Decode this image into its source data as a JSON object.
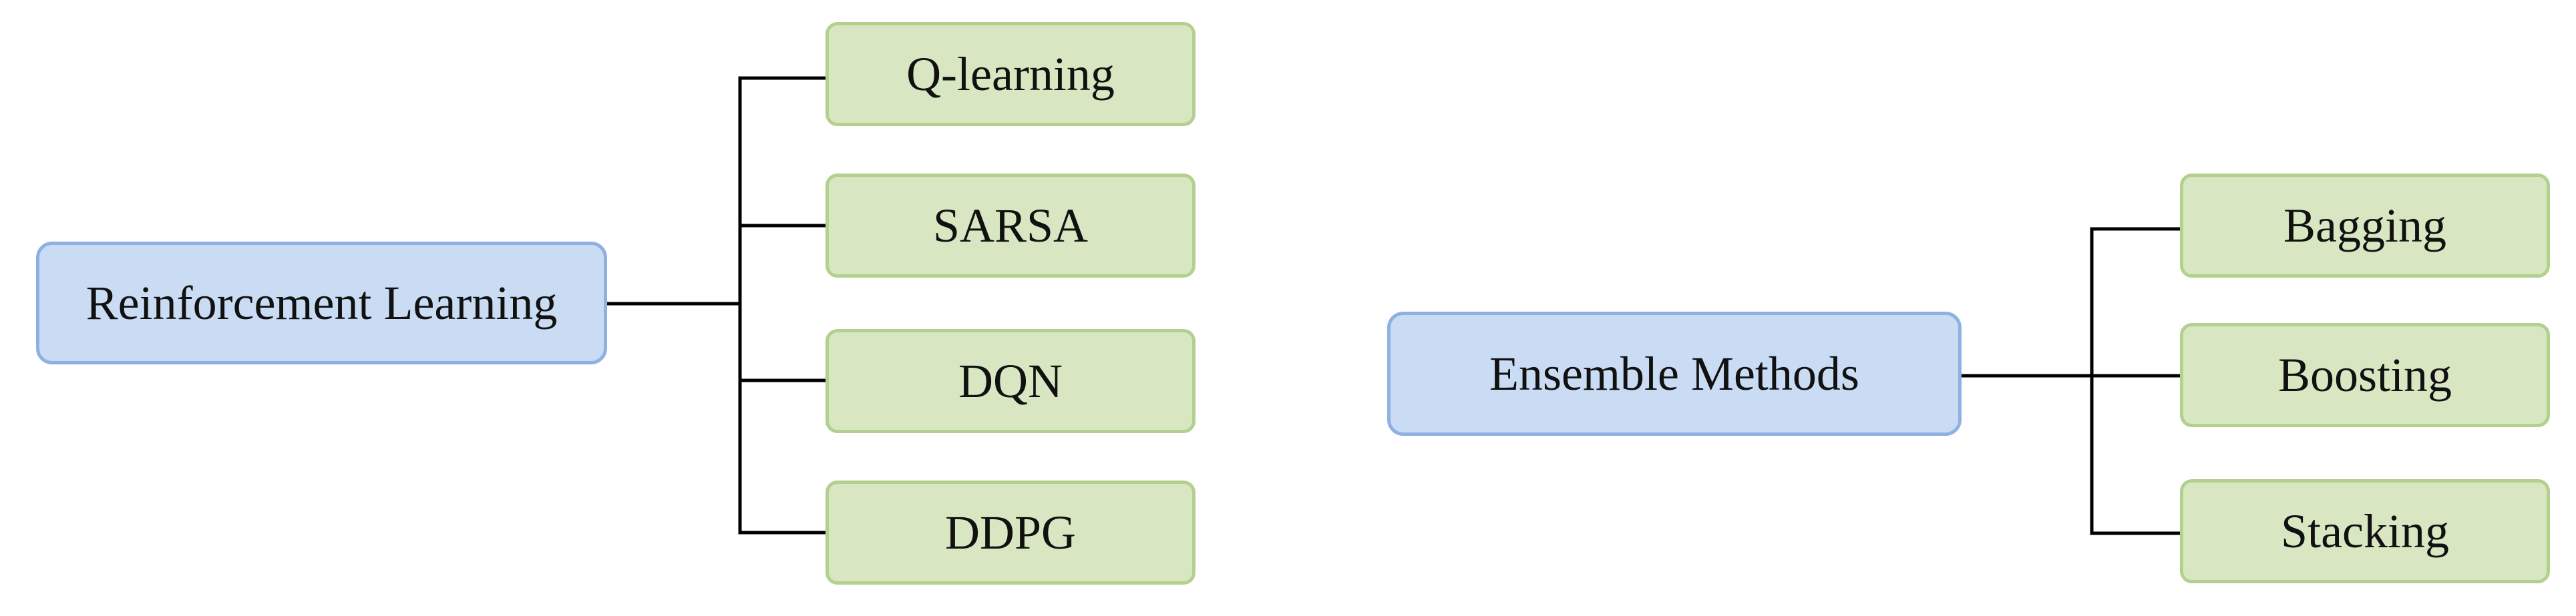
{
  "diagrams": [
    {
      "root": "Reinforcement Learning",
      "children": [
        "Q-learning",
        "SARSA",
        "DQN",
        "DDPG"
      ]
    },
    {
      "root": "Ensemble Methods",
      "children": [
        "Bagging",
        "Boosting",
        "Stacking"
      ]
    }
  ],
  "colors": {
    "root_fill": "#c9dcf3",
    "root_border": "#8fb1e2",
    "child_fill": "#d8e7c2",
    "child_border": "#b3d08f",
    "connector": "#000000"
  }
}
